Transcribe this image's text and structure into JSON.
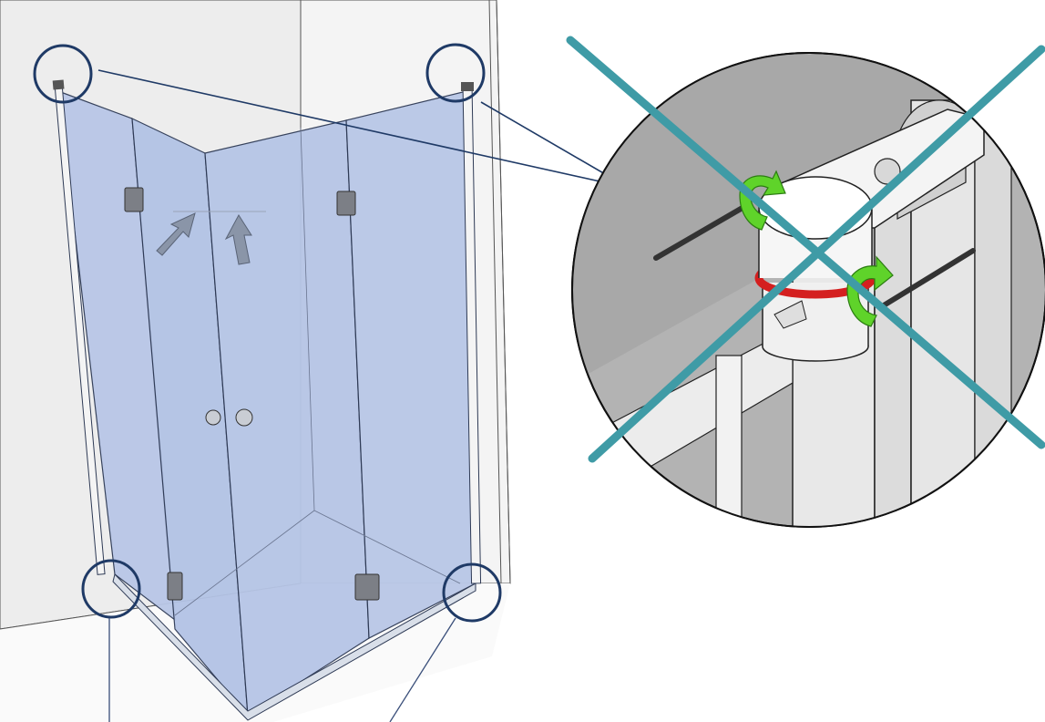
{
  "figure": {
    "description_kind": "installation-instruction-illustration",
    "subject": "frameless-corner-shower-enclosure",
    "callout_count_main": 4,
    "detail_view": {
      "content": "wall-profile-pivot-detail",
      "marking": "incorrect",
      "rotation_arrows": 2
    }
  },
  "colors": {
    "glass_fill": "#b7c6e6",
    "glass_fill_dark": "#a9bbe0",
    "glass_edge": "#2e3a55",
    "wall_left": "#ededed",
    "wall_right": "#f2f2f2",
    "floor": "#f7f7f7",
    "callout_circle": "#1f3a66",
    "leader_line": "#1f3a66",
    "detail_bg": "#b3b3b3",
    "cross_mark": "#3f9ba6",
    "rotation_arrow": "#5fd32a",
    "seal_red": "#d41f1f",
    "hinge_metal": "#7c7f86",
    "arrow_grey": "#8a95a8"
  }
}
